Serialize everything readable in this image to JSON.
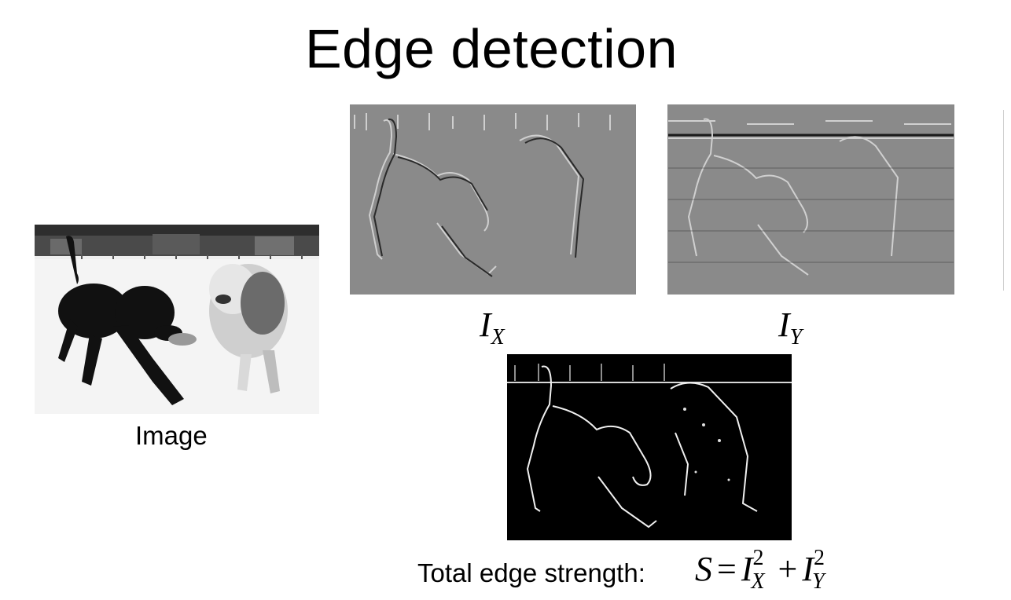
{
  "slide": {
    "title": "Edge detection",
    "image_label": "Image",
    "ix_label": {
      "base": "I",
      "sub": "X"
    },
    "iy_label": {
      "base": "I",
      "sub": "Y"
    },
    "total_label": "Total edge strength:",
    "formula": {
      "lhs": "S",
      "eq": "=",
      "plus": "+",
      "term1": {
        "base": "I",
        "sub": "X",
        "sup": "2"
      },
      "term2": {
        "base": "I",
        "sub": "Y",
        "sup": "2"
      }
    }
  },
  "colors": {
    "background": "#ffffff",
    "text": "#000000",
    "gradient_gray": "#8a8a8a",
    "edge_black": "#000000",
    "snow": "#f2f2f2"
  },
  "icons": {
    "image": "photo-two-dogs-grayscale",
    "ix": "horizontal-gradient-map",
    "iy": "vertical-gradient-map",
    "s": "edge-strength-map"
  }
}
